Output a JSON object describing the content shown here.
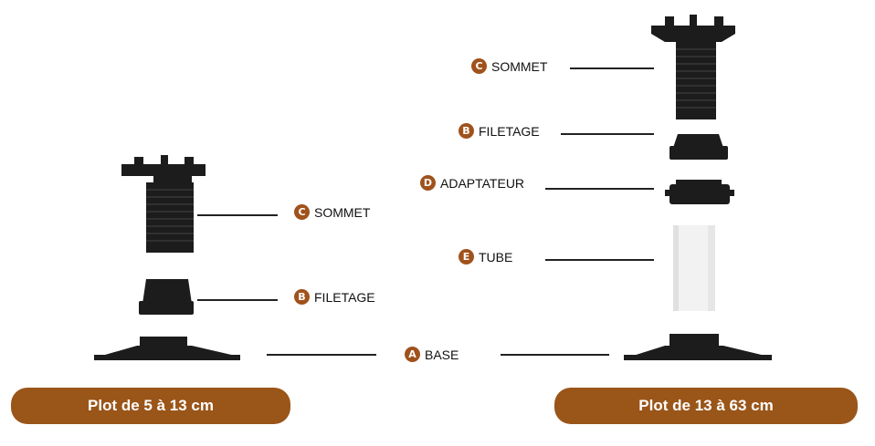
{
  "parts": {
    "sommet": {
      "letter": "C",
      "name": "SOMMET"
    },
    "filetage": {
      "letter": "B",
      "name": "FILETAGE"
    },
    "adaptateur": {
      "letter": "D",
      "name": "ADAPTATEUR"
    },
    "tube": {
      "letter": "E",
      "name": "TUBE"
    },
    "base": {
      "letter": "A",
      "name": "BASE"
    }
  },
  "captions": {
    "left": "Plot de 5 à 13 cm",
    "right": "Plot de 13 à 63 cm"
  },
  "colors": {
    "accent": "#9a5519",
    "part": "#1c1c1c",
    "tube": "#f2f2f2"
  }
}
